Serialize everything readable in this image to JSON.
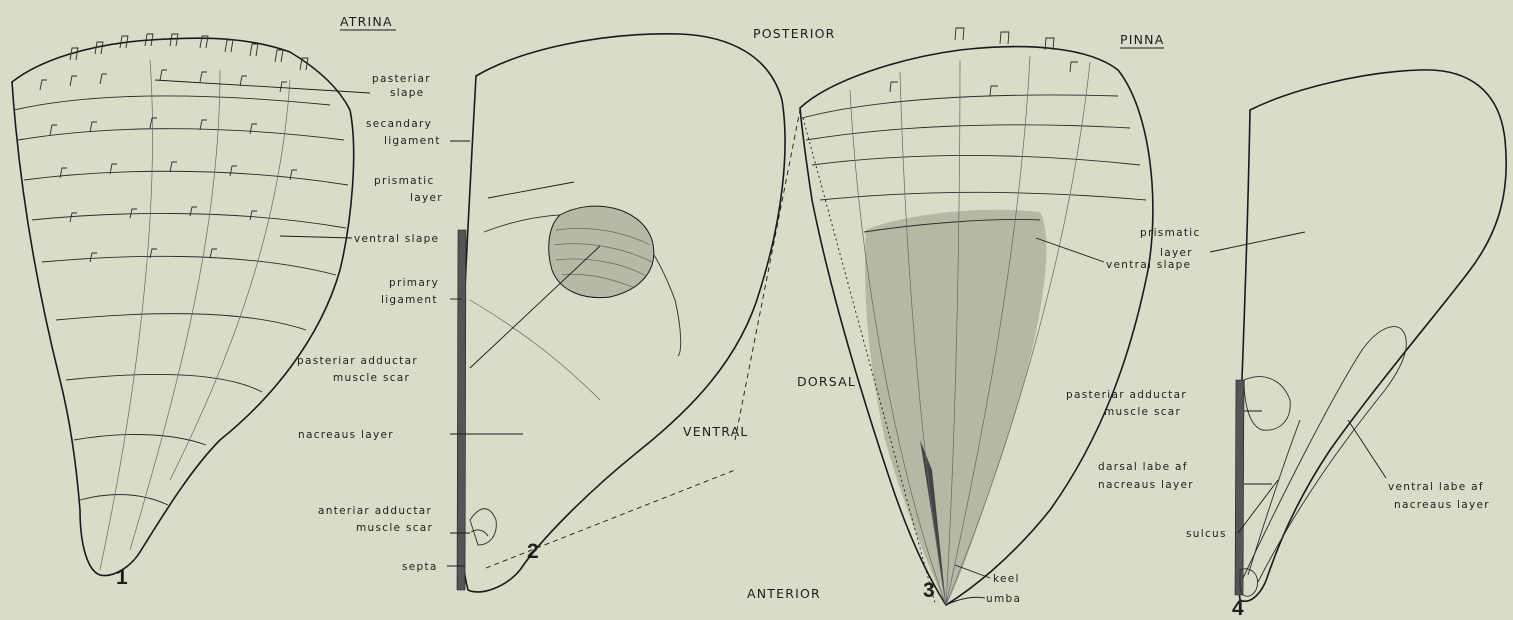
{
  "headings": {
    "atrina": "ATRINA",
    "pinna": "PINNA",
    "posterior": "POSTERIOR",
    "anterior": "ANTERIOR",
    "dorsal": "DORSAL",
    "ventral": "VENTRAL"
  },
  "figure_numbers": {
    "f1": "1",
    "f2": "2",
    "f3": "3",
    "f4": "4"
  },
  "labels": {
    "posterior_slope_1": "pasteriar",
    "posterior_slope_2": "slape",
    "ventral_slope_1": "ventral slape",
    "secondary_ligament_1": "secandary",
    "secondary_ligament_2": "ligament",
    "prismatic_layer_2a": "prismatic",
    "prismatic_layer_2b": "layer",
    "primary_ligament_1": "primary",
    "primary_ligament_2": "ligament",
    "post_adductor_2a": "pasteriar adductar",
    "post_adductor_2b": "muscle scar",
    "nacreous_layer": "nacreaus layer",
    "ant_adductor_a": "anteriar adductar",
    "ant_adductor_b": "muscle scar",
    "septa": "septa",
    "ventral_slope_3": "ventral slape",
    "keel": "keel",
    "umbo": "umba",
    "prismatic_layer_4a": "prismatic",
    "prismatic_layer_4b": "layer",
    "post_adductor_4a": "pasteriar adductar",
    "post_adductor_4b": "muscle scar",
    "dorsal_lobe_a": "darsal labe af",
    "dorsal_lobe_b": "nacreaus layer",
    "sulcus": "sulcus",
    "ventral_lobe_a": "ventral labe af",
    "ventral_lobe_b": "nacreaus layer"
  }
}
